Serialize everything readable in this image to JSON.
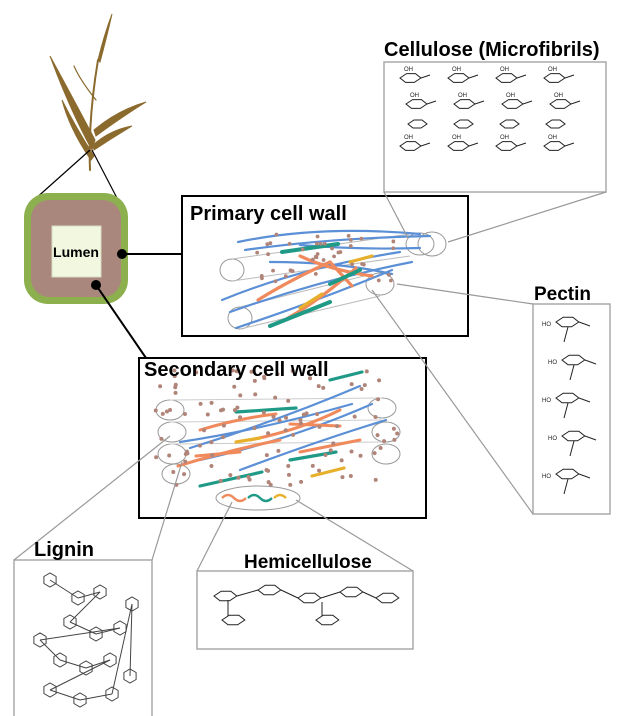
{
  "labels": {
    "cellulose": "Cellulose (Microfibrils)",
    "primary": "Primary cell wall",
    "secondary": "Secondary cell wall",
    "pectin": "Pectin",
    "lignin": "Lignin",
    "hemicellulose": "Hemicellulose",
    "lumen": "Lumen"
  },
  "colors": {
    "cell_wall_outer": "#8db04f",
    "cell_wall_inner": "#a9877c",
    "lumen_fill": "#f2f7df",
    "cellulose_blue": "#5b8fd6",
    "pectin_orange": "#f08a5d",
    "hemicellulose_teal": "#1f9a86",
    "hemicellulose_yellow": "#e8b02a",
    "lignin_dots": "#b08478",
    "plant_brown": "#8b6a2e"
  },
  "icons": [
    "plant-icon",
    "cellulose-structure",
    "pectin-structure",
    "lignin-structure",
    "hemicellulose-structure"
  ]
}
